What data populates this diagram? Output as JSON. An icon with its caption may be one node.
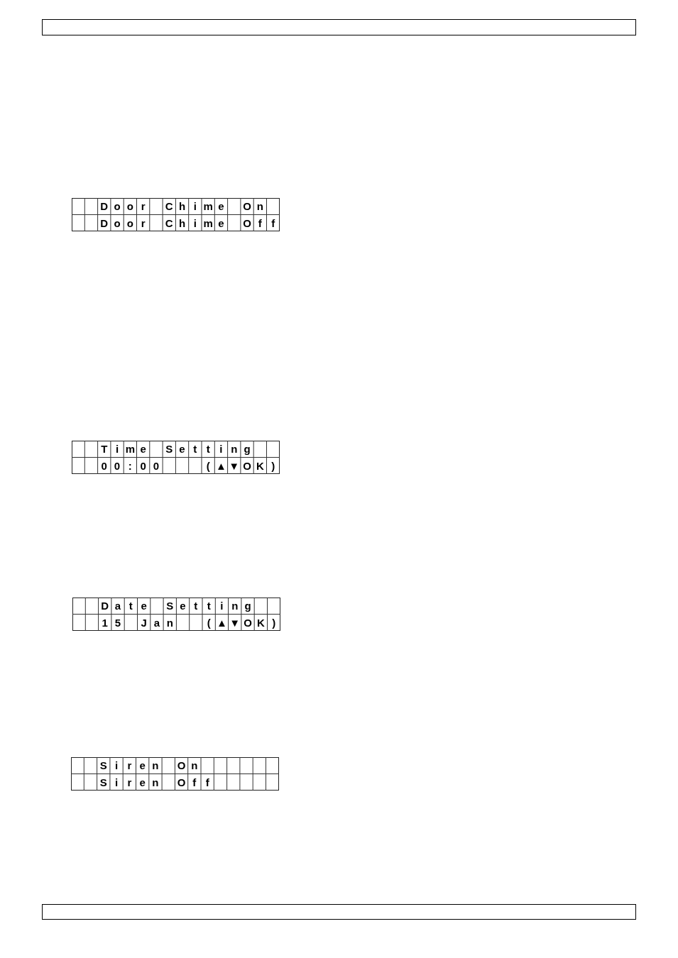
{
  "diagram": {
    "nodes": [
      {
        "text": [
          "D",
          "o",
          "o",
          "r",
          "C",
          "h",
          "i",
          "m",
          "e",
          "O",
          "n",
          "D",
          "o",
          "o",
          "r",
          "C",
          "h",
          "i",
          "m",
          "e",
          "O",
          "f",
          "f"
        ]
      },
      {
        "text": [
          "T",
          "i",
          "m",
          "e",
          "S",
          "e",
          "t",
          "t",
          "i",
          "n",
          "g",
          "0",
          "0",
          ":",
          "0",
          "0",
          "(",
          "▲",
          "▼",
          "O",
          "K",
          ")"
        ]
      },
      {
        "text": [
          "D",
          "a",
          "t",
          "e",
          "S",
          "e",
          "t",
          "t",
          "i",
          "n",
          "g",
          "1",
          "5",
          "J",
          "a",
          "n",
          "(",
          "▲",
          "▼",
          "O",
          "K",
          ")"
        ]
      },
      {
        "text": [
          "S",
          "i",
          "r",
          "e",
          "n",
          "O",
          "n",
          "S",
          "i",
          "r",
          "e",
          "n",
          "O",
          "f",
          "f"
        ]
      }
    ]
  }
}
